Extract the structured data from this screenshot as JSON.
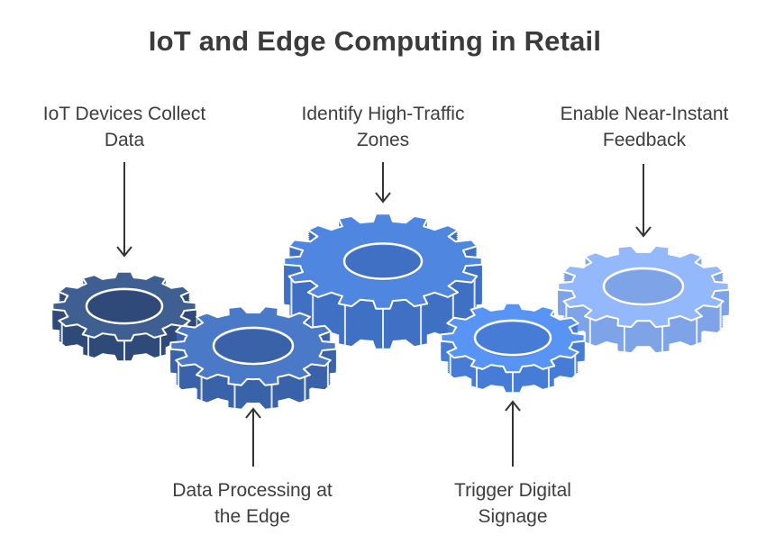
{
  "title": "IoT and Edge Computing in Retail",
  "steps": [
    {
      "line1": "IoT Devices Collect",
      "line2": "Data",
      "color": "#3f5f93",
      "side": "#2f4a78"
    },
    {
      "line1": "Data Processing at",
      "line2": "the Edge",
      "color": "#4a79c8",
      "side": "#3962a9"
    },
    {
      "line1": "Identify High-Traffic",
      "line2": "Zones",
      "color": "#4e86e0",
      "side": "#3f70c4"
    },
    {
      "line1": "Trigger Digital",
      "line2": "Signage",
      "color": "#5794f4",
      "side": "#467cd6"
    },
    {
      "line1": "Enable Near-Instant",
      "line2": "Feedback",
      "color": "#93b8fb",
      "side": "#7ea3e6"
    }
  ]
}
